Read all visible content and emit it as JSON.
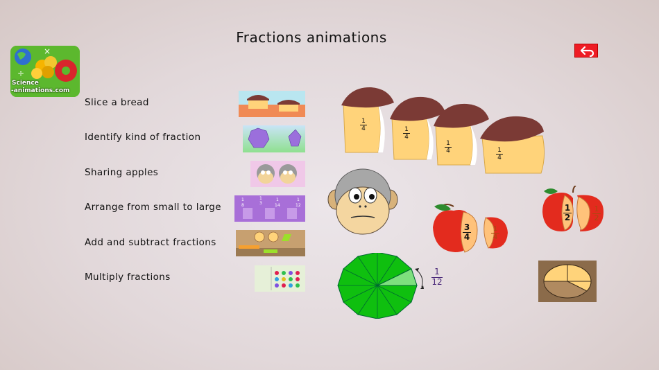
{
  "header": {
    "title": "Fractions animations"
  },
  "logo": {
    "line1": "Science",
    "line2": "-animations.com"
  },
  "menu": {
    "items": [
      {
        "label": "Slice a bread"
      },
      {
        "label": "Identify kind of fraction"
      },
      {
        "label": "Sharing apples"
      },
      {
        "label": "Arrange from small to large"
      },
      {
        "label": "Add and subtract fractions"
      },
      {
        "label": "Multiply fractions"
      }
    ]
  },
  "illustrations": {
    "bread_labels": [
      "1/4",
      "1/4",
      "1/4",
      "1/4"
    ],
    "apple_left": {
      "big": "3/4",
      "small": "1/4"
    },
    "apple_right": {
      "left": "1/2",
      "right": "1/2"
    },
    "pie_fraction": {
      "numerator": "1",
      "denominator": "12"
    }
  },
  "thumb_text": {
    "arrange": {
      "top": [
        "1",
        "1",
        "1",
        "1"
      ],
      "bottom": [
        "8",
        "3",
        "14",
        "12"
      ]
    }
  },
  "colors": {
    "accent": "#ee1c24",
    "pie": "#0fbf0f",
    "bread_crust": "#7b3a35",
    "bread_body": "#ffd37a"
  }
}
